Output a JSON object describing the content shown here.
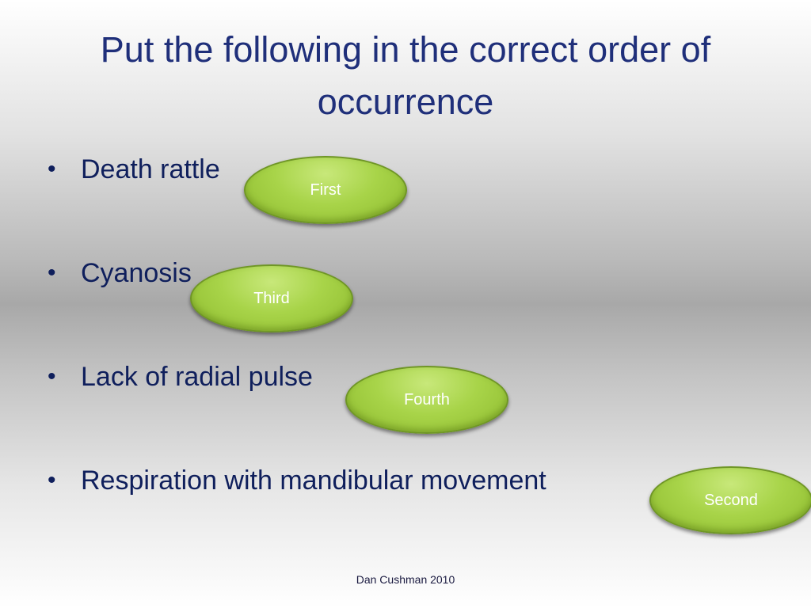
{
  "slide": {
    "title": "Put the following in the correct order of occurrence",
    "bullets": [
      {
        "marker": "•",
        "text": "Death rattle"
      },
      {
        "marker": "•",
        "text": "Cyanosis"
      },
      {
        "marker": "•",
        "text": "Lack of radial pulse"
      },
      {
        "marker": "•",
        "text": "Respiration with mandibular movement"
      }
    ],
    "answers": [
      {
        "label": "First"
      },
      {
        "label": "Third"
      },
      {
        "label": "Fourth"
      },
      {
        "label": "Second"
      }
    ],
    "footer": "Dan Cushman 2010"
  },
  "colors": {
    "title": "#1f2f7a",
    "bullet_text": "#0f1f5c",
    "answer_fill": "#a8d449",
    "answer_border": "#6f9626",
    "answer_text": "#ffffff"
  }
}
